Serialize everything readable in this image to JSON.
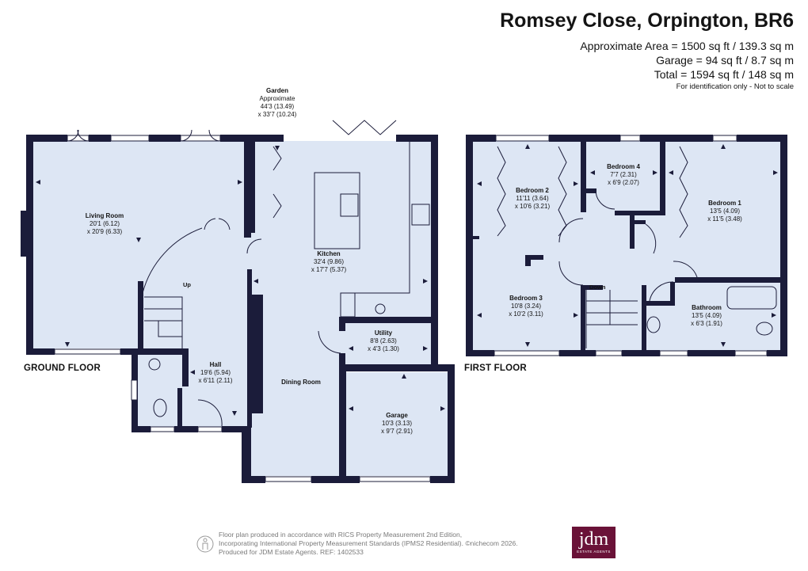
{
  "header": {
    "title": "Romsey Close, Orpington, BR6",
    "area": "Approximate Area = 1500 sq ft / 139.3 sq m",
    "garage": "Garage = 94 sq ft / 8.7 sq m",
    "total": "Total = 1594 sq ft / 148 sq m",
    "note": "For identification only - Not to scale"
  },
  "floors": {
    "ground": "GROUND FLOOR",
    "first": "FIRST FLOOR"
  },
  "garden": {
    "name": "Garden",
    "approx": "Approximate",
    "dim1": "44'3 (13.49)",
    "dim2": "x 33'7 (10.24)"
  },
  "ground_rooms": {
    "living": {
      "name": "Living Room",
      "dim1": "20'1 (6.12)",
      "dim2": "x 20'9 (6.33)"
    },
    "kitchen": {
      "name": "Kitchen",
      "dim1": "32'4 (9.86)",
      "dim2": "x 17'7 (5.37)"
    },
    "utility": {
      "name": "Utility",
      "dim1": "8'8 (2.63)",
      "dim2": "x 4'3 (1.30)"
    },
    "hall": {
      "name": "Hall",
      "dim1": "19'6 (5.94)",
      "dim2": "x 6'11 (2.11)"
    },
    "dining": {
      "name": "Dining Room"
    },
    "garage": {
      "name": "Garage",
      "dim1": "10'3 (3.13)",
      "dim2": "x 9'7 (2.91)"
    },
    "up": "Up"
  },
  "first_rooms": {
    "bed2": {
      "name": "Bedroom 2",
      "dim1": "11'11 (3.64)",
      "dim2": "x 10'6 (3.21)"
    },
    "bed4": {
      "name": "Bedroom 4",
      "dim1": "7'7 (2.31)",
      "dim2": "x 6'9 (2.07)"
    },
    "bed1": {
      "name": "Bedroom 1",
      "dim1": "13'5 (4.09)",
      "dim2": "x 11'5 (3.48)"
    },
    "bed3": {
      "name": "Bedroom 3",
      "dim1": "10'8 (3.24)",
      "dim2": "x 10'2 (3.11)"
    },
    "bath": {
      "name": "Bathroom",
      "dim1": "13'5 (4.09)",
      "dim2": "x 6'3 (1.91)"
    },
    "down": "Down"
  },
  "footer": {
    "line1": "Floor plan produced in accordance with RICS Property Measurement 2nd Edition,",
    "line2": "Incorporating International Property Measurement Standards (IPMS2 Residential).  ©nichecom 2026.",
    "line3": "Produced for JDM Estate Agents.   REF: 1402533"
  },
  "brand": {
    "logo_text": "jdm",
    "logo_sub": "ESTATE AGENTS"
  },
  "colors": {
    "wall": "#1b1c3a",
    "floor": "#dde6f4",
    "text": "#141414"
  }
}
